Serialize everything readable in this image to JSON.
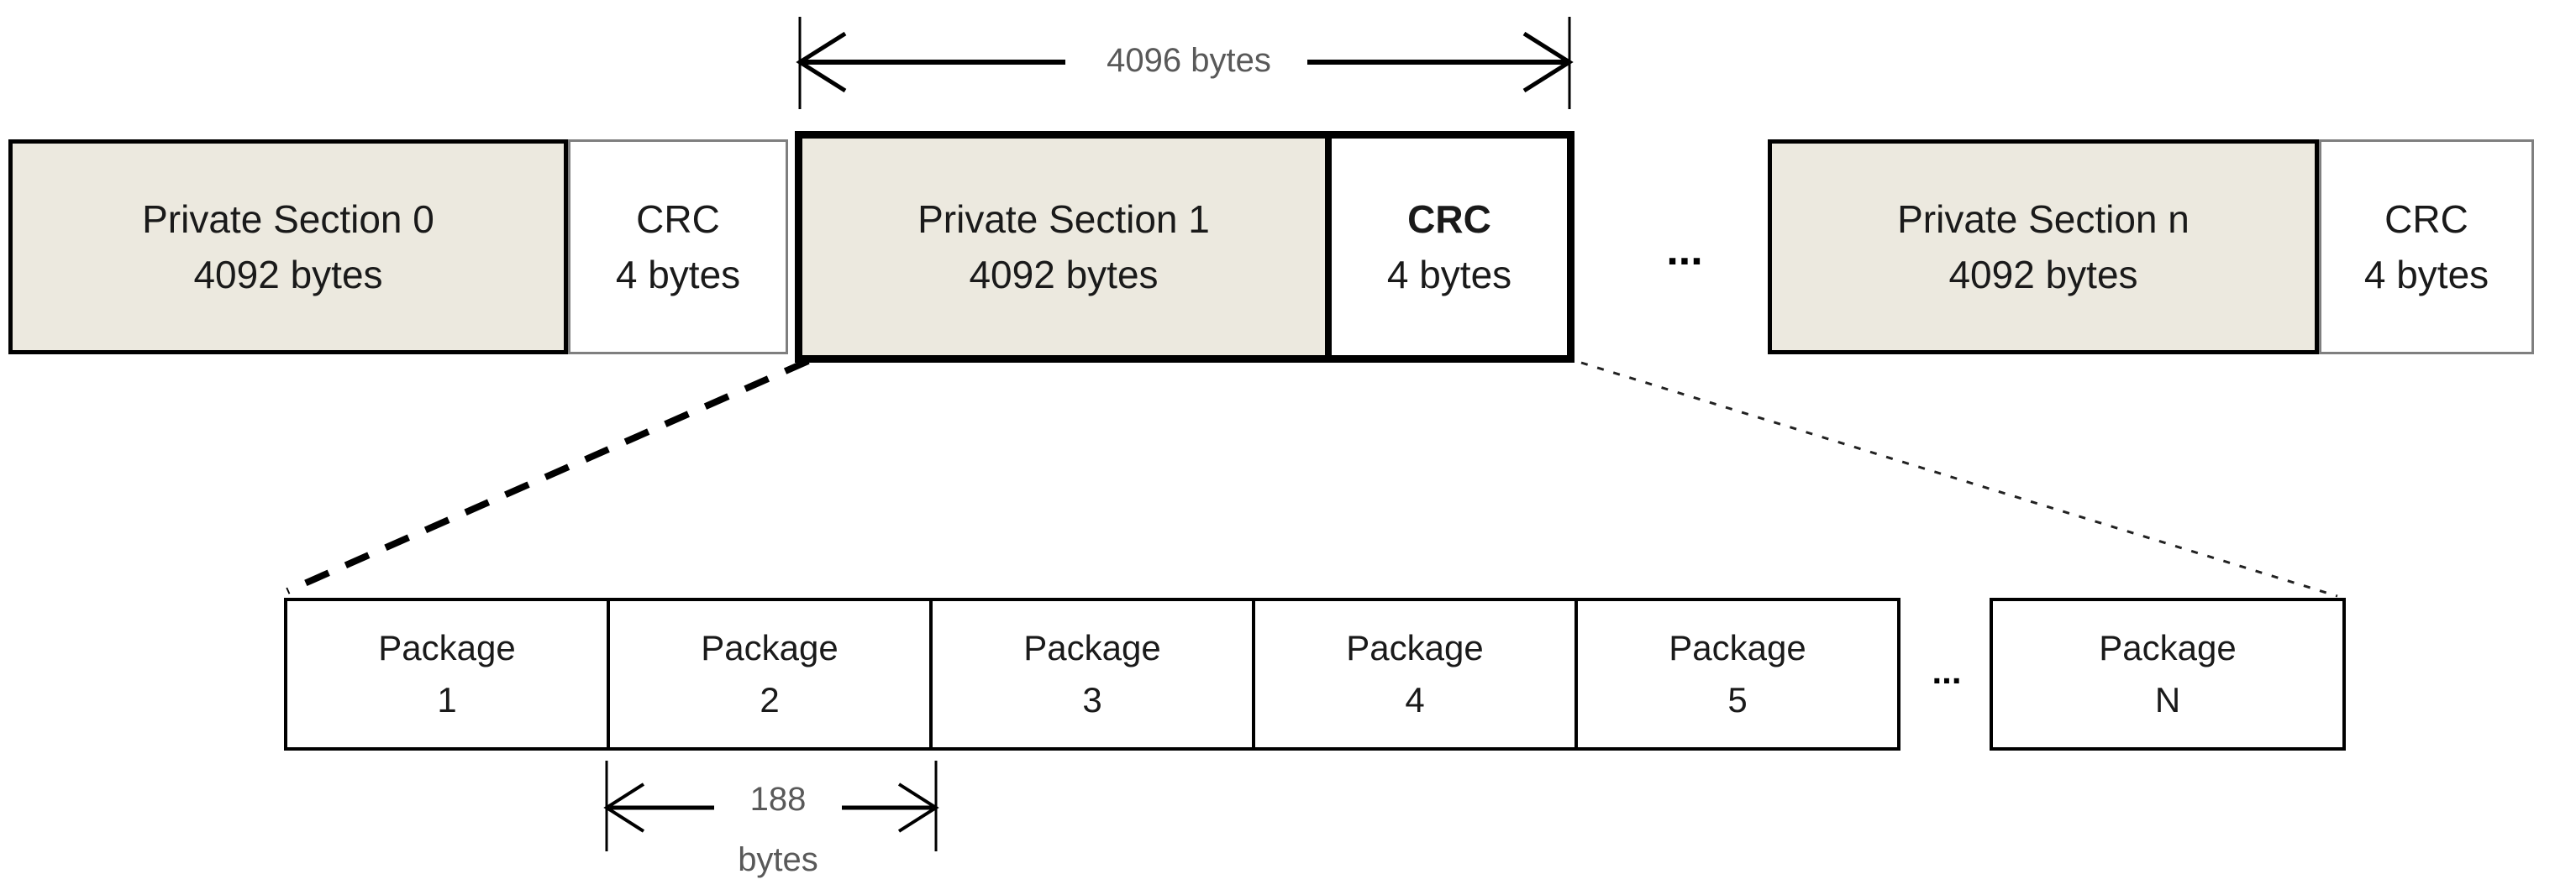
{
  "measurements": {
    "top_label": "4096 bytes",
    "bottom_value": "188",
    "bottom_unit": "bytes"
  },
  "row1": {
    "ps0": {
      "title": "Private Section 0",
      "size": "4092 bytes"
    },
    "crc0": {
      "title": "CRC",
      "size": "4 bytes"
    },
    "ps1": {
      "title": "Private Section 1",
      "size": "4092 bytes"
    },
    "crc1": {
      "title": "CRC",
      "size": "4 bytes"
    },
    "ellipsis": "...",
    "psn": {
      "title": "Private Section n",
      "size": "4092 bytes"
    },
    "crcn": {
      "title": "CRC",
      "size": "4 bytes"
    }
  },
  "row2": {
    "p1": {
      "name": "Package",
      "number": "1"
    },
    "p2": {
      "name": "Package",
      "number": "2"
    },
    "p3": {
      "name": "Package",
      "number": "3"
    },
    "p4": {
      "name": "Package",
      "number": "4"
    },
    "p5": {
      "name": "Package",
      "number": "5"
    },
    "ellipsis": "...",
    "pN": {
      "name": "Package",
      "number": "N"
    }
  },
  "colors": {
    "section_fill": "#ECE9DF",
    "crc_fill": "#FFFFFF",
    "box_border": "#000000",
    "crc_border": "#7F7F7F",
    "measurement_text": "#595959",
    "background": "#FFFFFF"
  }
}
